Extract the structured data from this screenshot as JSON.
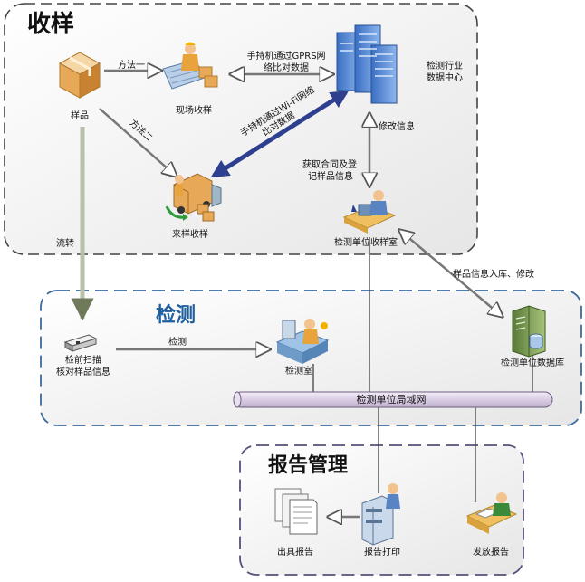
{
  "sections": {
    "receiving": "收样",
    "testing": "检测",
    "report": "报告管理"
  },
  "nodes": {
    "sample": "样品",
    "onsite": "现场收样",
    "datacenter_l1": "检测行业",
    "datacenter_l2": "数据中心",
    "delivery": "来样收样",
    "reception": "检测单位收样室",
    "prescan_l1": "检前扫描",
    "prescan_l2": "核对样品信息",
    "lab": "检测室",
    "database": "检测单位数据库",
    "lan": "检测单位局域网",
    "issue_report": "出具报告",
    "print_report": "报告打印",
    "dispatch_report": "发放报告"
  },
  "edges": {
    "method1": "方法一",
    "method2": "方法二",
    "gprs_l1": "手持机通过GPRS网",
    "gprs_l2": "络比对数据",
    "wifi_l1": "手持机通过Wi-Fi网络",
    "wifi_l2": "比对数据",
    "modify": "修改信息",
    "contract_l1": "获取合同及登",
    "contract_l2": "记样品信息",
    "transfer": "流转",
    "detect": "检测",
    "db_entry": "样品信息入库、修改"
  },
  "colors": {
    "wifi_arrow": "#2f3f8f",
    "section_title": "#1f5f9f",
    "transfer_line": "#b7bfa8"
  }
}
